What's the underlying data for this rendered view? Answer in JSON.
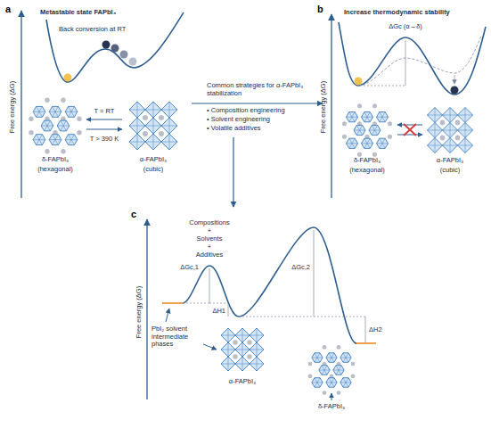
{
  "diagram": {
    "labels": [
      "a",
      "Metastable state FAPbI₃",
      "Back conversion at RT",
      "Free energy (ΔG)",
      "T = RT",
      "T > 390 K",
      "δ-FAPbI₃",
      "(hexagonal)",
      "α-FAPbI₃",
      "(cubic)",
      "Common strategies for α-FAPbI₃ stabilization",
      "• Composition engineering",
      "• Solvent engineering",
      "• Volatile additives",
      "b",
      "Increase thermodynamic stability",
      "Free energy (ΔG)",
      "ΔGc (α→δ)",
      "δ-FAPbI₃",
      "(hexagonal)",
      "α-FAPbI₃",
      "(cubic)",
      "c",
      "Compositions",
      "+",
      "Solvents",
      "+",
      "Additives",
      "Free energy (ΔG)",
      "ΔGc,1",
      "ΔH1",
      "ΔGc,2",
      "ΔH2",
      "PbI₂ solvent intermediate phases",
      "α-FAPbI₃",
      "δ-FAPbI₃"
    ]
  }
}
